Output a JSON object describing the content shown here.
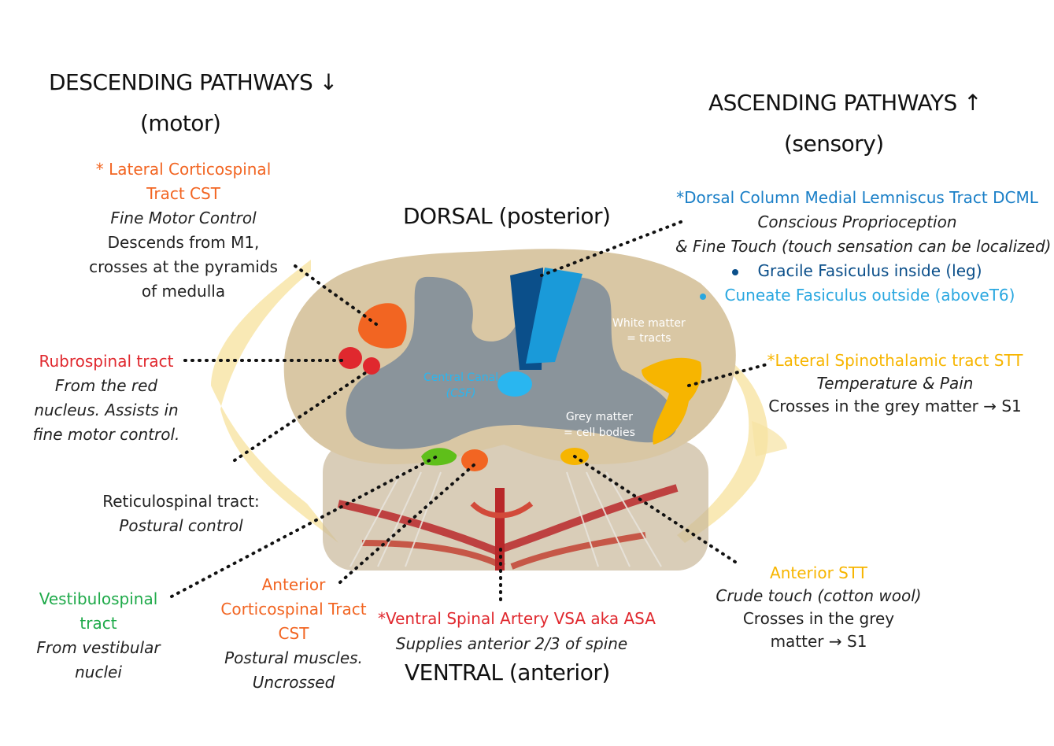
{
  "headings": {
    "descending": "DESCENDING PATHWAYS",
    "descending_arrow": "↓",
    "descending_sub": "(motor)",
    "ascending": "ASCENDING PATHWAYS",
    "ascending_arrow": "↑",
    "ascending_sub": "(sensory)",
    "dorsal": "DORSAL (posterior)",
    "ventral": "VENTRAL (anterior)"
  },
  "inner_labels": {
    "white_matter_1": "White matter",
    "white_matter_2": "= tracts",
    "grey_matter_1": "Grey matter",
    "grey_matter_2": "= cell bodies",
    "central_canal_1": "Central Canal",
    "central_canal_2": "(CSF)"
  },
  "lateral_cst": {
    "title_1": "* Lateral Corticospinal",
    "title_2": "Tract CST",
    "fn": "Fine Motor Control",
    "desc_1": "Descends from M1,",
    "desc_2": "crosses at the pyramids",
    "desc_3": "of medulla"
  },
  "rubrospinal": {
    "title": "Rubrospinal tract",
    "desc_1": "From the red",
    "desc_2": "nucleus. Assists in",
    "desc_3": "fine motor control."
  },
  "reticulospinal": {
    "title": "Reticulospinal tract:",
    "fn": "Postural control"
  },
  "vestibulospinal": {
    "title_1": "Vestibulospinal",
    "title_2": "tract",
    "desc_1": "From vestibular",
    "desc_2": "nuclei"
  },
  "anterior_cst": {
    "title_1": "Anterior",
    "title_2": "Corticospinal Tract",
    "title_3": "CST",
    "desc_1": "Postural muscles.",
    "desc_2": "Uncrossed"
  },
  "vsa": {
    "title": "*Ventral Spinal Artery VSA aka ASA",
    "desc": "Supplies anterior 2/3 of spine"
  },
  "dcml": {
    "title": "*Dorsal Column Medial Lemniscus Tract DCML",
    "fn_1": "Conscious Proprioception",
    "fn_2": "& Fine  Touch (touch sensation can be localized)",
    "bullet_1": "Gracile Fasiculus inside (leg)",
    "bullet_2": "Cuneate Fasiculus outside (aboveT6)"
  },
  "lateral_stt": {
    "title": "*Lateral Spinothalamic tract STT",
    "fn": "Temperature & Pain",
    "desc": "Crosses in the grey matter → S1"
  },
  "anterior_stt": {
    "title": "Anterior STT",
    "fn": "Crude touch (cotton wool)",
    "desc_1": "Crosses in the grey",
    "desc_2": "matter → S1"
  },
  "colors": {
    "orange": "#f26522",
    "red": "#e0282e",
    "green": "#1faa4a",
    "blue": "#1a7fc7",
    "navy": "#0b4f8a",
    "yellow": "#f7b500",
    "grey_matter": "#8a949b",
    "white_matter": "#d9c7a4"
  }
}
